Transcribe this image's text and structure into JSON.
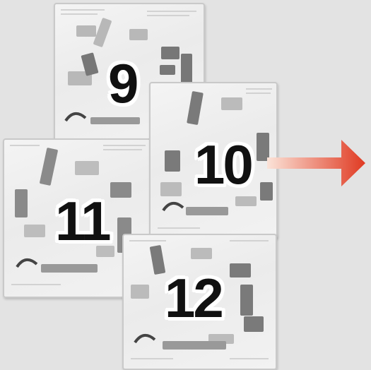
{
  "bags": [
    {
      "number": "9"
    },
    {
      "number": "10"
    },
    {
      "number": "11"
    },
    {
      "number": "12"
    }
  ],
  "colors": {
    "background": "#e3e3e3",
    "bag": "#efefef",
    "parts_dark": "#6e6e6e",
    "parts_light": "#b8b8b8",
    "number_text": "#111111",
    "number_outline": "#ffffff",
    "arrow_start": "#fbe3d8",
    "arrow_end": "#e03a22"
  },
  "icons": {
    "arrow": "arrow-right-icon"
  }
}
